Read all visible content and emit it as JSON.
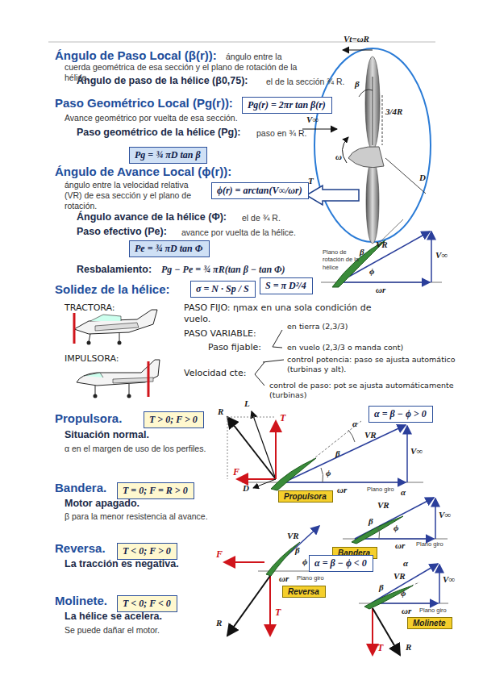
{
  "diagram": {
    "nodes": [
      {
        "text": [
          "Pg(r) = 2πr tan β(r)"
        ]
      },
      {
        "text": [
          "Pg = ¾ πD tan β"
        ]
      },
      {
        "text": [
          "ϕ(r) = arctan(V∞/ωr)"
        ]
      },
      {
        "text": [
          "Pe = ¾ πD tan Φ"
        ]
      },
      {
        "text": [
          "σ = N · Sp / S"
        ]
      },
      {
        "text": [
          "S = π D²/4"
        ]
      },
      {
        "text": [
          "T > 0;  F > 0"
        ]
      },
      {
        "text": [
          "α = β − ϕ > 0"
        ]
      },
      {
        "text": [
          "Propulsora"
        ]
      },
      {
        "text": [
          "T = 0;  F = R > 0"
        ]
      },
      {
        "text": [
          "Bandera"
        ]
      },
      {
        "text": [
          "T < 0;  F > 0"
        ]
      },
      {
        "text": [
          "Reversa"
        ]
      },
      {
        "text": [
          "T < 0;  F < 0"
        ]
      },
      {
        "text": [
          "α = β − ϕ < 0"
        ]
      },
      {
        "text": [
          "Molinete"
        ]
      }
    ],
    "labels": [
      "Ángulo de Paso Local (β(r)):",
      "ángulo entre la cuerda geométrica de esa sección y el plano de rotación de la hélice.",
      "Ángulo de paso de la hélice (β0,75):",
      "el de la sección ¾ R.",
      "Paso Geométrico Local (Pg(r)):",
      "Avance geométrico por vuelta de esa sección.",
      "Paso geométrico de la hélice (Pg):",
      "paso en ¾ R.",
      "Ángulo de Avance Local (ϕ(r)):",
      "ángulo entre la velocidad relativa (VR) de esa sección y el plano de rotación.",
      "Ángulo avance de la hélice (Φ):",
      "el de ¾ R.",
      "Paso efectivo (Pe):",
      "avance por vuelta de la hélice.",
      "Resbalamiento:",
      "Pg − Pe = ¾ πR(tan β − tan Φ)",
      "Solidez de la hélice:",
      "TRACTORA:",
      "PASO FIJO: ηmax en una sola condición de vuelo.",
      "PASO VARIABLE:",
      "en tierra (2,3/3)",
      "Paso fijable:",
      "en vuelo (2,3/3 o manda cont)",
      "IMPULSORA:",
      "Velocidad cte:",
      "control potencia: paso se ajusta automático (turbinas y alt).",
      "control de paso: pot se ajusta automáticamente (turbinas)",
      "Propulsora.",
      "Situación normal.",
      "α en el margen de uso de los perfiles.",
      "Bandera.",
      "Motor apagado.",
      "β para la menor resistencia al avance.",
      "Reversa.",
      "La tracción es negativa.",
      "Molinete.",
      "La hélice se acelera.",
      "Se puede dañar el motor.",
      "L",
      "R",
      "T",
      "F",
      "D",
      "α",
      "β",
      "ϕ",
      "VR",
      "V∞",
      "ωr",
      "Plano giro",
      "α",
      "VR",
      "ϕ",
      "β",
      "V∞",
      "ωr",
      "Plano giro",
      "F",
      "R",
      "T",
      "VR",
      "ϕ",
      "β",
      "ωr",
      "Plano giro",
      "α",
      "VR",
      "ϕ",
      "β",
      "V∞",
      "ωr",
      "Plano giro",
      "T",
      "R",
      "Vt=ωR",
      "β",
      "3/4R",
      "V∞",
      "ω",
      "D",
      "T",
      "Plano de rotación de la hélice",
      "VR",
      "β",
      "ϕ",
      "V∞",
      "ωr"
    ]
  }
}
